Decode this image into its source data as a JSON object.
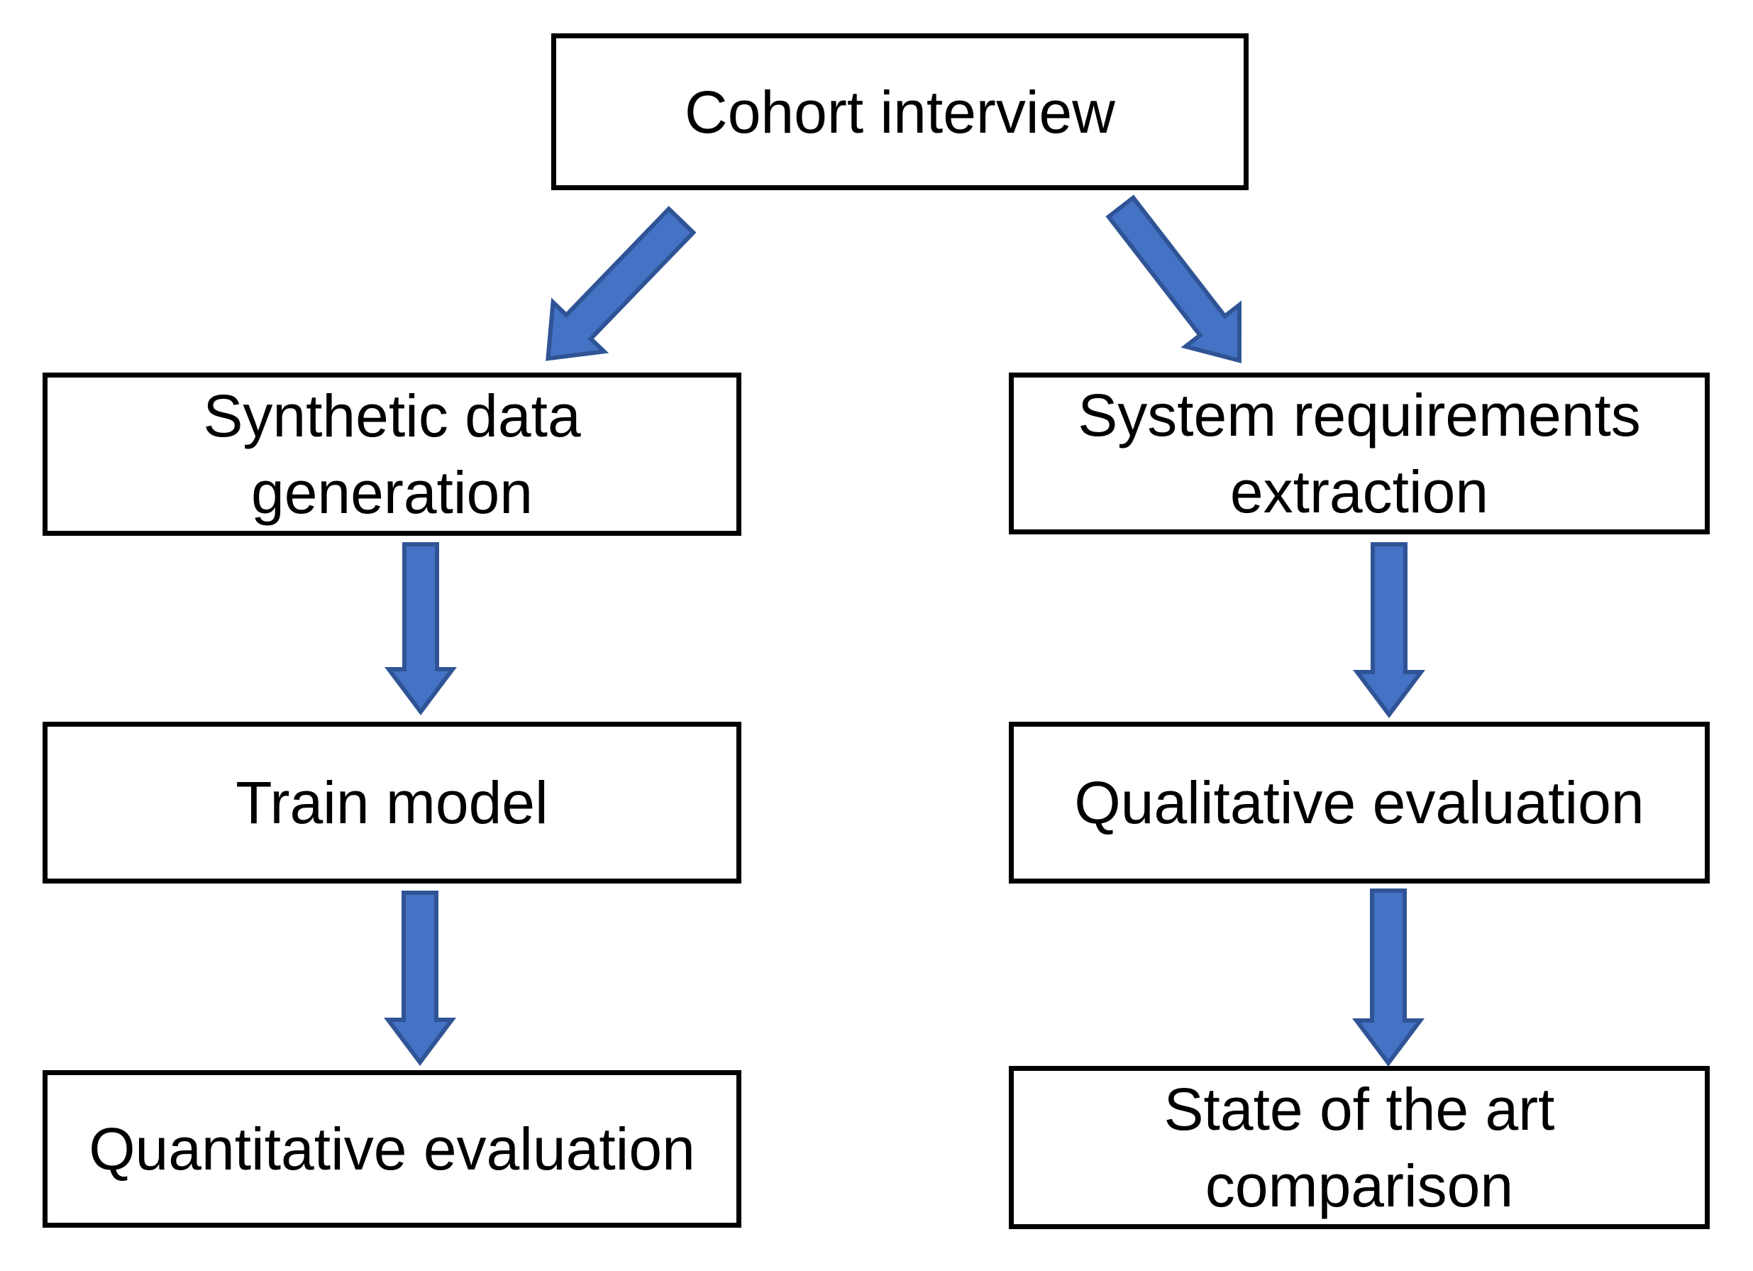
{
  "diagram": {
    "type": "flowchart",
    "nodes": {
      "cohort_interview": {
        "label": "Cohort interview"
      },
      "synthetic_data_generation": {
        "label": "Synthetic data\ngeneration"
      },
      "system_requirements_extraction": {
        "label": "System requirements\nextraction"
      },
      "train_model": {
        "label": "Train model"
      },
      "qualitative_evaluation": {
        "label": "Qualitative evaluation"
      },
      "quantitative_evaluation": {
        "label": "Quantitative evaluation"
      },
      "state_of_the_art_comparison": {
        "label": "State of the art\ncomparison"
      }
    },
    "edges": [
      {
        "from": "cohort_interview",
        "to": "synthetic_data_generation",
        "style": "diagonal-block-arrow"
      },
      {
        "from": "cohort_interview",
        "to": "system_requirements_extraction",
        "style": "diagonal-block-arrow"
      },
      {
        "from": "synthetic_data_generation",
        "to": "train_model",
        "style": "vertical-block-arrow"
      },
      {
        "from": "train_model",
        "to": "quantitative_evaluation",
        "style": "vertical-block-arrow"
      },
      {
        "from": "system_requirements_extraction",
        "to": "qualitative_evaluation",
        "style": "vertical-block-arrow"
      },
      {
        "from": "qualitative_evaluation",
        "to": "state_of_the_art_comparison",
        "style": "vertical-block-arrow"
      }
    ],
    "colors": {
      "background": "#ffffff",
      "box_fill": "#ffffff",
      "box_border": "#000000",
      "text": "#000000",
      "arrow_fill": "#4472C4",
      "arrow_stroke": "#2F5496"
    }
  }
}
